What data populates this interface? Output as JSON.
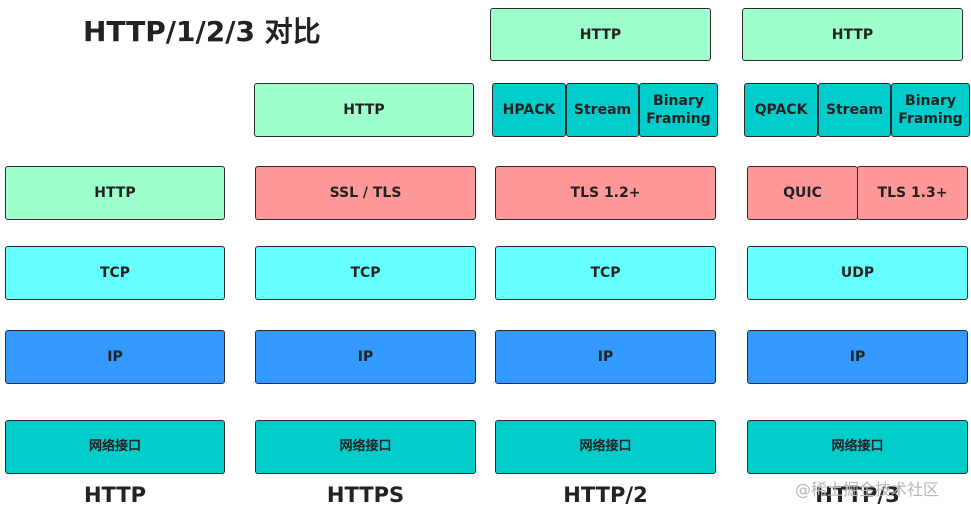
{
  "title": "HTTP/1/2/3 对比",
  "columns": {
    "http": "HTTP",
    "https": "HTTPS",
    "http2": "HTTP/2",
    "http3": "HTTP/3"
  },
  "layers": {
    "http": "HTTP",
    "tcp": "TCP",
    "udp": "UDP",
    "ip": "IP",
    "nic": "网络接口",
    "ssl_tls": "SSL / TLS",
    "tls12": "TLS 1.2+",
    "tls13": "TLS 1.3+",
    "quic": "QUIC",
    "hpack": "HPACK",
    "qpack": "QPACK",
    "stream": "Stream",
    "binary_framing": "Binary\nFraming"
  },
  "colors": {
    "http_layer": "#9fffcc",
    "framing_layer": "#00cccc",
    "security_layer": "#ff9999",
    "transport_layer": "#66ffff",
    "ip_layer": "#3399ff",
    "interface_layer": "#00cccc"
  },
  "watermark": "@稀土掘金技术社区"
}
